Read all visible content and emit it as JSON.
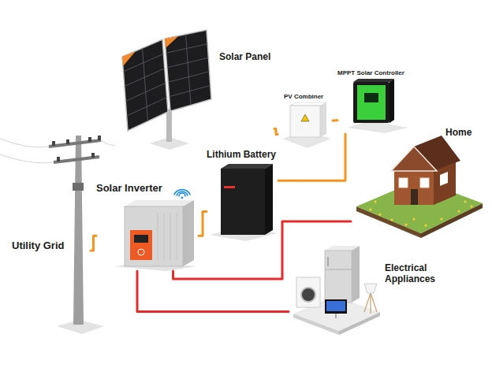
{
  "diagram": {
    "nodes": [
      {
        "text": [
          "Solar Panel"
        ]
      },
      {
        "text": [
          "PV Combiner"
        ]
      },
      {
        "text": [
          "MPPT Solar Controller"
        ]
      },
      {
        "text": [
          "Home"
        ]
      },
      {
        "text": [
          "Lithium Battery"
        ]
      },
      {
        "text": [
          "Solar Inverter"
        ]
      },
      {
        "text": [
          "Utility Grid"
        ]
      },
      {
        "text": [
          "Electrical Appliances"
        ]
      }
    ],
    "edges": [
      {
        "from": 0,
        "to": 1,
        "arrow": "none"
      },
      {
        "from": 1,
        "to": 2,
        "arrow": "none"
      },
      {
        "from": 2,
        "to": 4,
        "arrow": "none"
      },
      {
        "from": 4,
        "to": 5,
        "arrow": "none"
      },
      {
        "from": 6,
        "to": 5,
        "arrow": "none"
      },
      {
        "from": 5,
        "to": 3,
        "arrow": "none"
      },
      {
        "from": 5,
        "to": 7,
        "arrow": "none"
      }
    ]
  }
}
